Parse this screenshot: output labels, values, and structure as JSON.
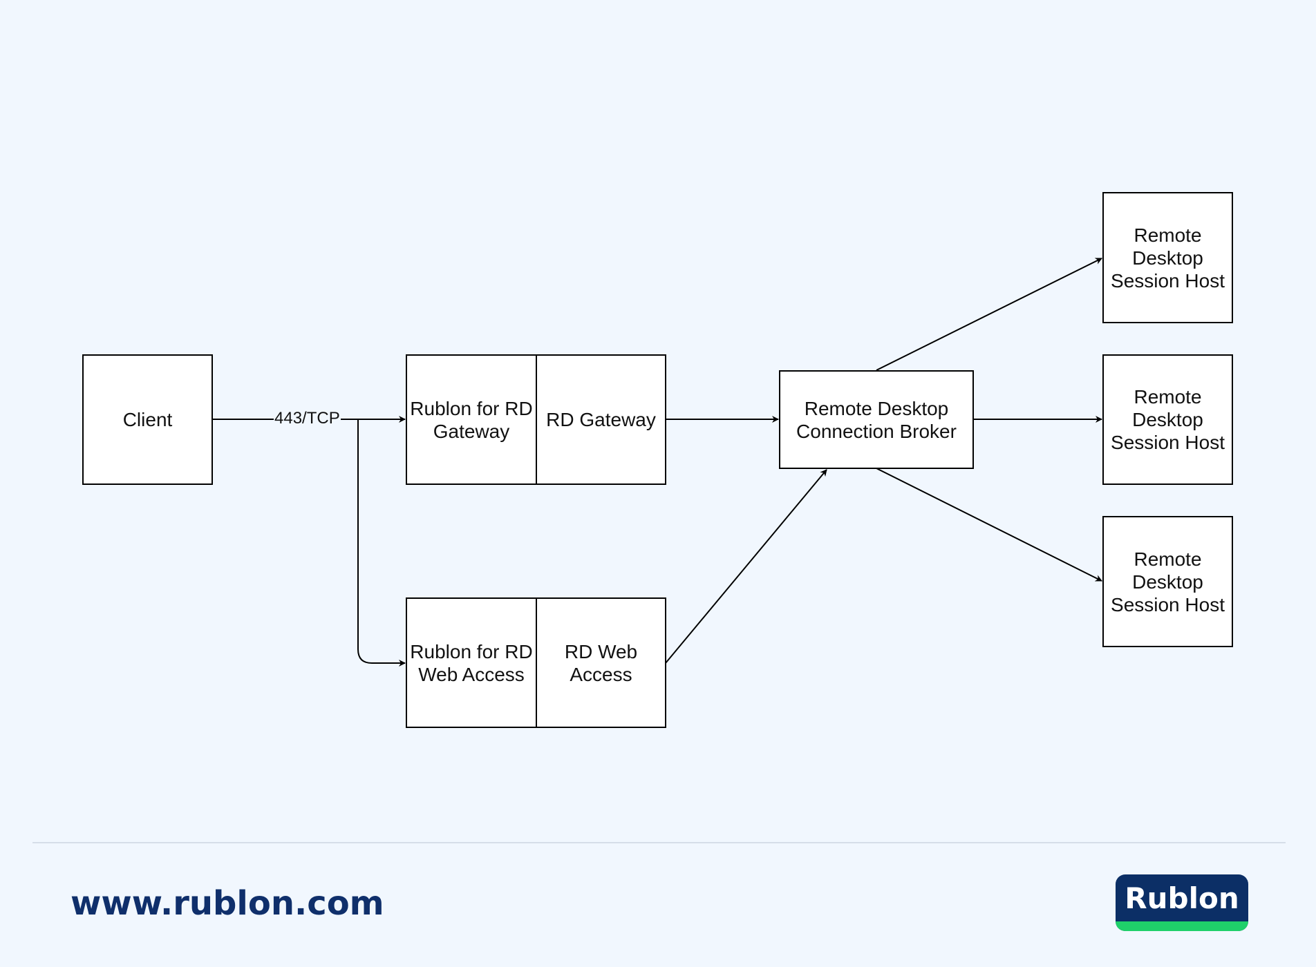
{
  "diagram": {
    "nodes": {
      "client": {
        "label": "Client"
      },
      "rublon_rdg": {
        "label": "Rublon for RD\nGateway"
      },
      "rd_gateway": {
        "label": "RD Gateway"
      },
      "rublon_rdwa": {
        "label": "Rublon for RD\nWeb Access"
      },
      "rd_web_access": {
        "label": "RD Web\nAccess"
      },
      "broker": {
        "label": "Remote Desktop\nConnection Broker"
      },
      "host_1": {
        "label": "Remote\nDesktop\nSession Host"
      },
      "host_2": {
        "label": "Remote\nDesktop\nSession Host"
      },
      "host_3": {
        "label": "Remote\nDesktop\nSession Host"
      }
    },
    "edges": [
      {
        "from": "client",
        "to": "rublon_rdg",
        "label": "443/TCP"
      },
      {
        "from": "client",
        "to": "rublon_rdwa",
        "label": ""
      },
      {
        "from": "rd_gateway",
        "to": "broker",
        "label": ""
      },
      {
        "from": "rd_web_access",
        "to": "broker",
        "label": ""
      },
      {
        "from": "broker",
        "to": "host_1",
        "label": ""
      },
      {
        "from": "broker",
        "to": "host_2",
        "label": ""
      },
      {
        "from": "broker",
        "to": "host_3",
        "label": ""
      }
    ]
  },
  "footer": {
    "website": "www.rublon.com",
    "logo_text": "Rublon"
  },
  "colors": {
    "background": "#f1f7fe",
    "brand_navy": "#0c2f66",
    "brand_green": "#1fd06a"
  }
}
